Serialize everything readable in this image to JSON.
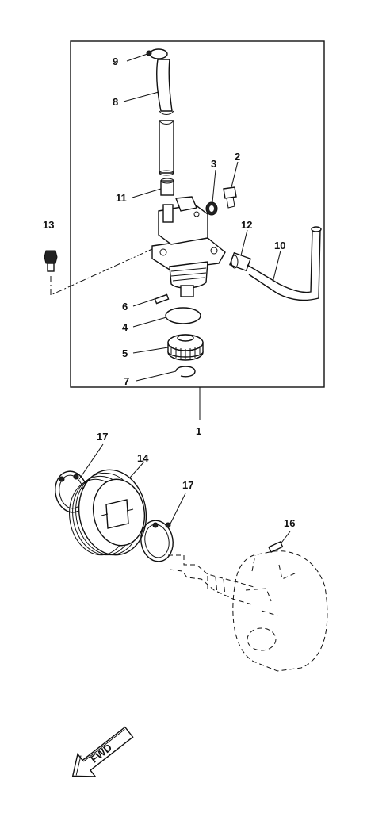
{
  "callouts": {
    "c1": "1",
    "c2": "2",
    "c3": "3",
    "c4": "4",
    "c5": "5",
    "c6": "6",
    "c7": "7",
    "c8": "8",
    "c9": "9",
    "c10": "10",
    "c11": "11",
    "c12": "12",
    "c13": "13",
    "c14": "14",
    "c16": "16",
    "c17a": "17",
    "c17b": "17"
  },
  "fwd_arrow": {
    "label": "FWD",
    "icon": "fwd-arrow-icon"
  }
}
